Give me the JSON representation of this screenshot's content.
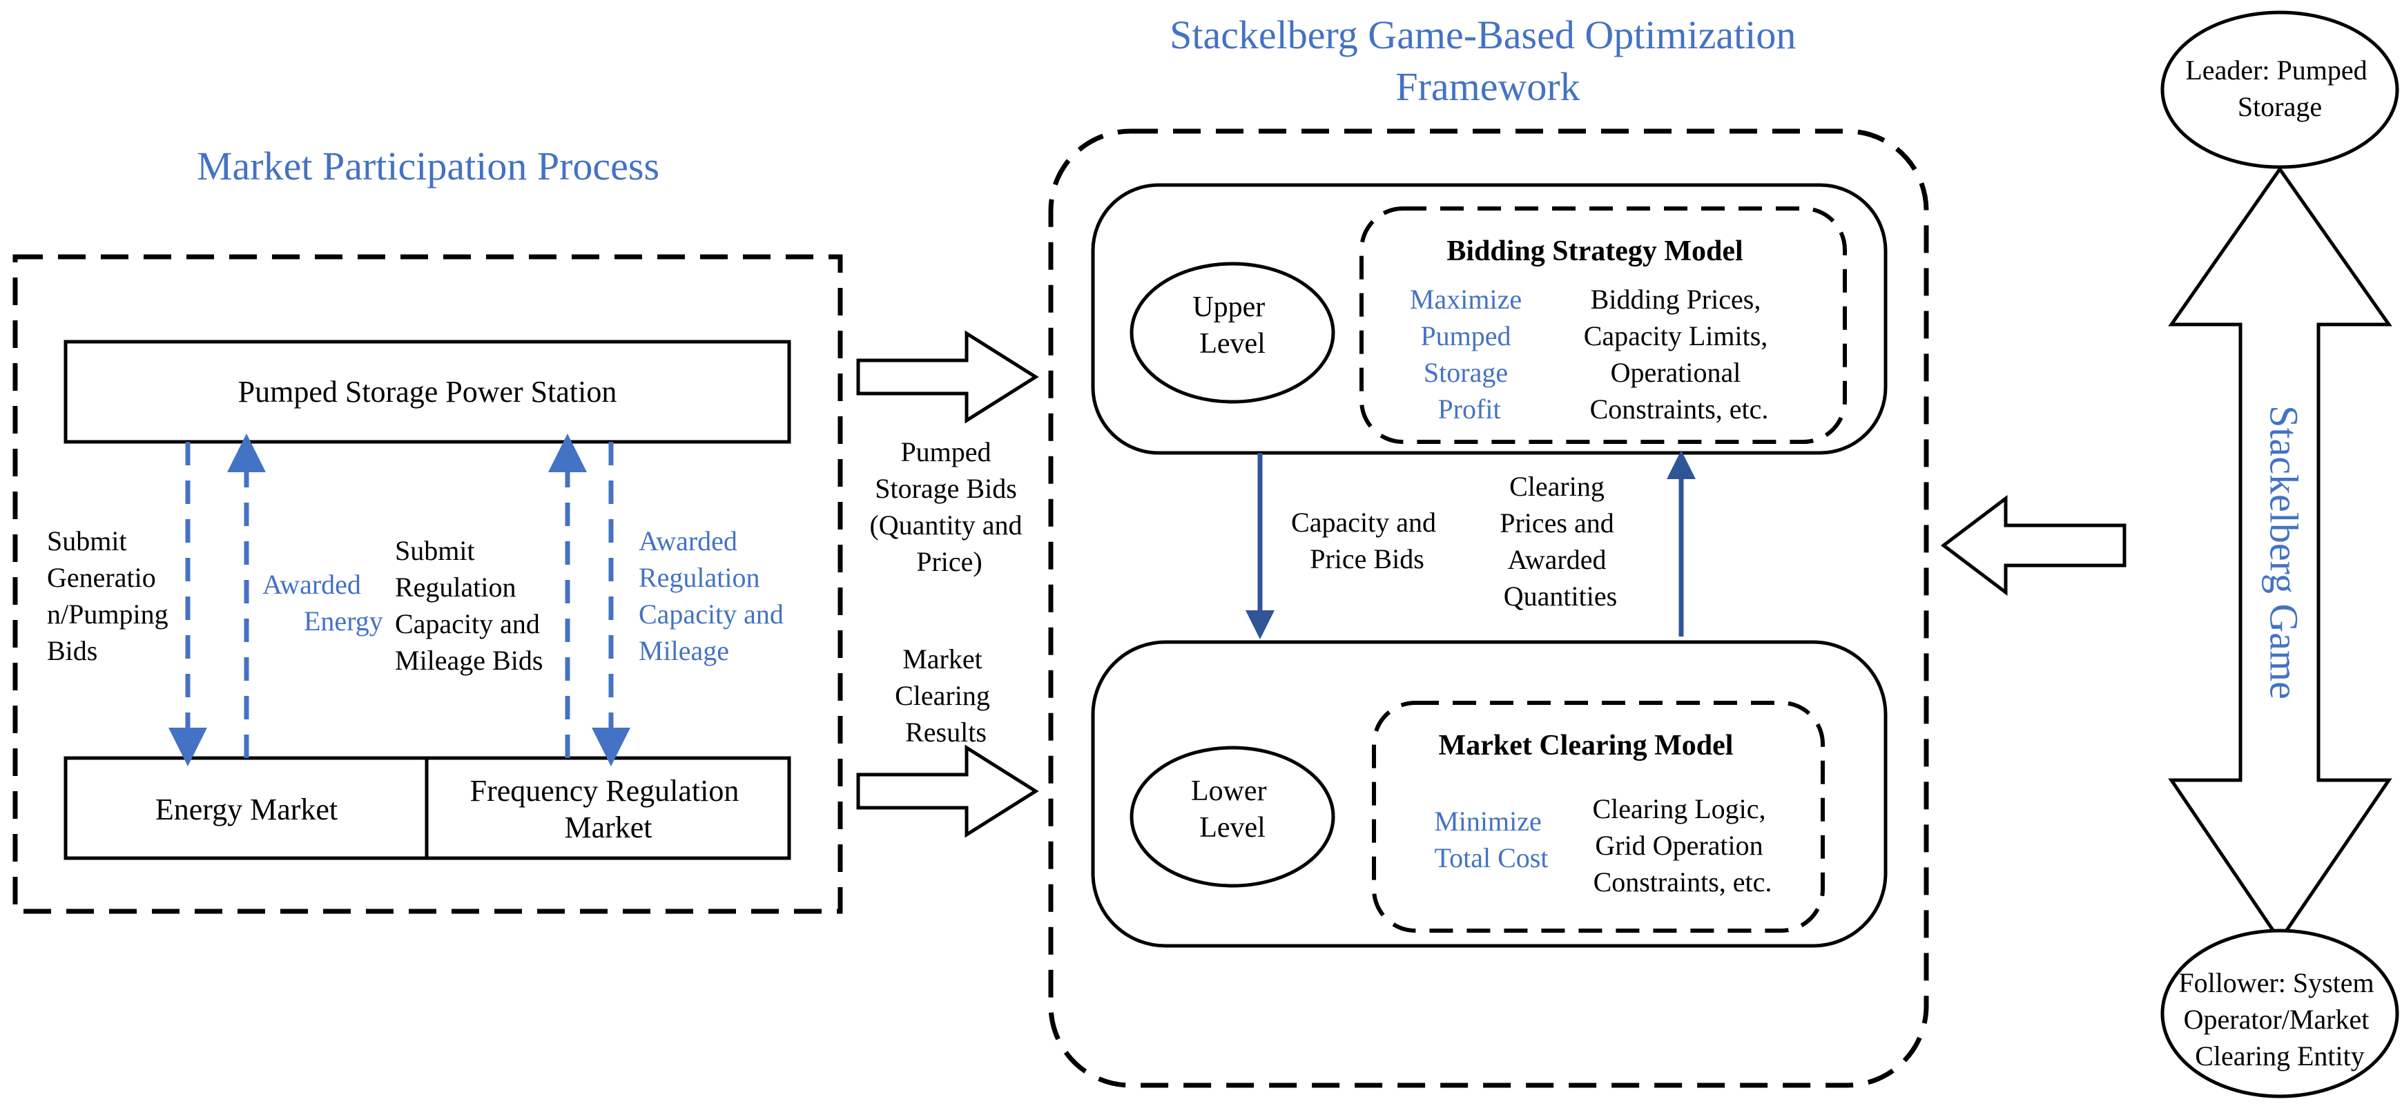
{
  "colors": {
    "heading": "#4472c4",
    "accent_text": "#4472c4",
    "dashed_arrow": "#4472c4",
    "solid_arrow": "#2f5597",
    "ink": "#000000"
  },
  "left_panel": {
    "title": "Market Participation Process",
    "station": "Pumped Storage Power Station",
    "energy_market": "Energy Market",
    "freq_market": [
      "Frequency Regulation",
      "Market"
    ],
    "submit_gen": [
      "Submit",
      "Generatio",
      "n/Pumping",
      "Bids"
    ],
    "awarded_energy": [
      "Awarded",
      "Energy"
    ],
    "submit_reg": [
      "Submit",
      "Regulation",
      "Capacity and",
      "Mileage Bids"
    ],
    "awarded_reg": [
      "Awarded",
      "Regulation",
      "Capacity and",
      "Mileage"
    ]
  },
  "middle": {
    "bids_label": [
      "Pumped",
      "Storage Bids",
      "(Quantity and",
      "Price)"
    ],
    "results_label": [
      "Market",
      "Clearing",
      "Results"
    ]
  },
  "framework": {
    "title": [
      "Stackelberg Game-Based Optimization",
      "Framework"
    ],
    "upper_level": [
      "Upper",
      "Level"
    ],
    "bidding_model": "Bidding Strategy Model",
    "bidding_objective": [
      "Maximize",
      "Pumped",
      "Storage",
      "Profit"
    ],
    "bidding_details": [
      "Bidding Prices,",
      "Capacity Limits,",
      "Operational",
      "Constraints, etc."
    ],
    "capacity_price_bids": [
      "Capacity and",
      "Price Bids"
    ],
    "clearing_prices": [
      "Clearing",
      "Prices and",
      "Awarded",
      "Quantities"
    ],
    "lower_level": [
      "Lower",
      "Level"
    ],
    "clearing_model": "Market Clearing Model",
    "clearing_objective": [
      "Minimize",
      "Total Cost"
    ],
    "clearing_details": [
      "Clearing Logic,",
      "Grid Operation",
      "Constraints, etc."
    ]
  },
  "game": {
    "leader": [
      "Leader: Pumped",
      "Storage"
    ],
    "label": "Stackelberg Game",
    "follower": [
      "Follower: System",
      "Operator/Market",
      "Clearing Entity"
    ]
  }
}
